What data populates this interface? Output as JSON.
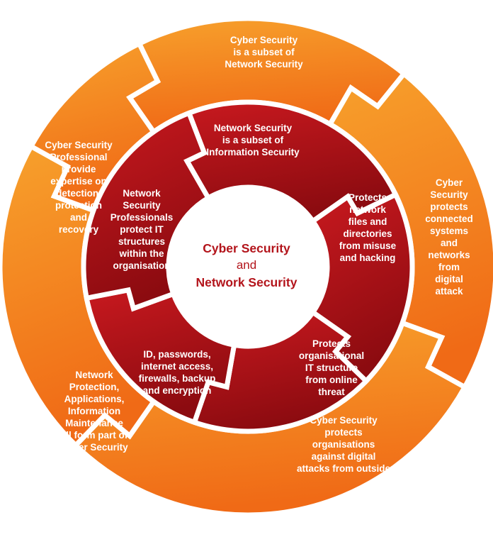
{
  "colors": {
    "outer_ring_start": "#f7a12c",
    "outer_ring_end": "#f06a16",
    "inner_ring_start": "#c8191f",
    "inner_ring_end": "#8c0b10",
    "center_text": "#b3141b",
    "background": "#ffffff"
  },
  "center": {
    "line1": "Cyber Security",
    "line2": "and",
    "line3": "Network Security"
  },
  "inner_ring": [
    {
      "text": "Network Security\nis a subset of\nInformation Security"
    },
    {
      "text": "Protects\nnetwork\nfiles and\ndirectories\nfrom misuse\nand hacking"
    },
    {
      "text": "Protects\norganisational\nIT structure\nfrom online\nthreat"
    },
    {
      "text": "ID, passwords,\ninternet access,\nfirewalls, backup\nand encryption"
    },
    {
      "text": "Network\nSecurity\nProfessionals\nprotect IT\nstructures\nwithin the\norganisation"
    }
  ],
  "outer_ring": [
    {
      "text": "Cyber Security\nis a subset of\nNetwork Security"
    },
    {
      "text": "Cyber\nSecurity\nprotects\nconnected\nsystems\nand\nnetworks\nfrom\ndigital\nattack"
    },
    {
      "text": "Cyber Security\nprotects\norganisations\nagainst digital\nattacks from outside"
    },
    {
      "text": "Network\nProtection,\nApplications,\nInformation\nMaintenance\nall form part of\nCyber Security"
    },
    {
      "text": "Cyber Security\nProfessional\nprovide\nexpertise on\ndetection,\nprotection\nand\nrecovery"
    }
  ]
}
